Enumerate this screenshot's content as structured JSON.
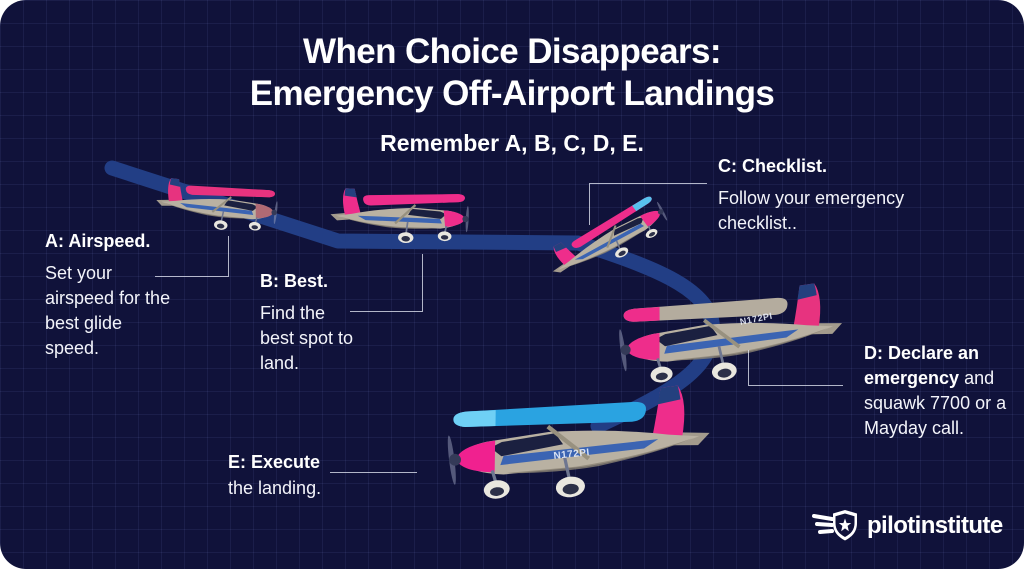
{
  "header": {
    "title_line1": "When Choice Disappears:",
    "title_line2": "Emergency Off-Airport Landings",
    "subtitle": "Remember A, B, C, D, E."
  },
  "callouts": {
    "a": {
      "heading": "A: Airspeed.",
      "body": "Set your airspeed for the best glide speed."
    },
    "b": {
      "heading": "B: Best.",
      "body": "Find the best spot to land."
    },
    "c": {
      "heading": "C: Checklist.",
      "body": "Follow your emergency checklist.."
    },
    "d": {
      "heading": "D: Declare an emergency",
      "body": "and squawk 7700 or a Mayday call."
    },
    "e": {
      "heading": "E: Execute",
      "body": "the landing."
    }
  },
  "planes": {
    "d_registration": "N172PI",
    "e_registration": "N172PI"
  },
  "branding": {
    "logo_text": "pilotinstitute",
    "logo_icon": "winged-shield-star-icon"
  },
  "colors": {
    "background": "#10123a",
    "flight_path": "#223e85",
    "accent_pink": "#ee2d8b",
    "accent_cyan": "#2aa3e1",
    "text": "#ffffff"
  }
}
